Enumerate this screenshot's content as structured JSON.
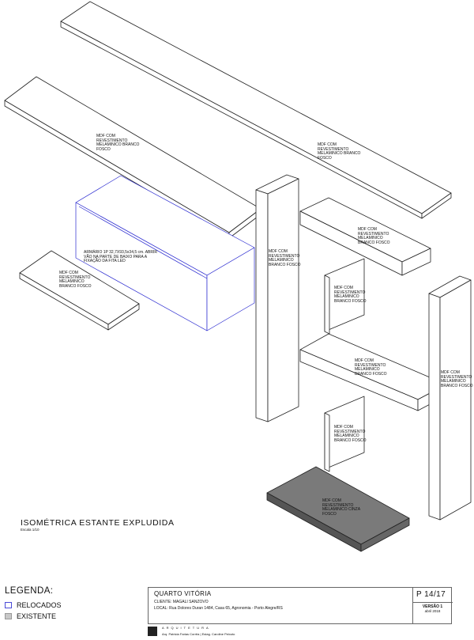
{
  "drawing": {
    "title": "ISOMÉTRICA ESTANTE EXPLUDIDA",
    "scale": "Escala 1/10",
    "labels": {
      "long_top_board": "MDF COM\nREVESTIMENTO\nMELAMINICO BRANCO\nFOSCO",
      "upper_shelf": "MDF COM\nREVESTIMENTO\nMELAMINICO BRANCO\nFOSCO",
      "cabinet": "ARMÁRIO 1P 32,7X93,5x34,5 cm. ABRIR\nVÃO NA PARTE DE BAIXO PARA A\nFIXAÇÃO DA FITA LED",
      "small_shelf": "MDF COM\nREVESTIMENTO\nMELAMINICO\nBRANCO FOSCO",
      "tall_panel_left": "MDF COM\nREVESTIMENTO\nMELAMINICO\nBRANCO FOSCO",
      "right_shelf_upper": "MDF COM\nREVESTIMENTO\nMELAMINICO\nBRANCO FOSCO",
      "small_divider_upper": "MDF COM\nREVESTIMENTO\nMELAMINICO\nBRANCO FOSCO",
      "right_shelf_lower": "MDF COM\nREVESTIMENTO\nMELAMINICO\nBRANCO FOSCO",
      "tall_panel_right": "MDF COM\nREVESTIMENTO\nMELAMINICO\nBRANCO FOSCO",
      "small_divider_lower": "MDF COM\nREVESTIMENTO\nMELAMINICO\nBRANCO FOSCO",
      "base_panel": "MDF COM\nREVESTIMENTO\nMELAMINICO CINZA\nFOSCO"
    }
  },
  "legend": {
    "title": "LEGENDA:",
    "items": [
      {
        "label": "RELOCADOS",
        "color": "#4a4ad8"
      },
      {
        "label": "EXISTENTE",
        "color": "#c8c8c8"
      }
    ]
  },
  "title_block": {
    "project": "QUARTO VITÓRIA",
    "client": "CLIENTE: MAGALI SANZOVO",
    "local": "LOCAL: Rua Dolores Duran 1484, Casa 65, Agronomia - Porto Alegre/RS",
    "page": "P 14/17",
    "version": "VERSÃO 1",
    "date": "abril 2018",
    "brand": "ARQUITETURA",
    "authors": "Arq. Patricia Farias Corrêa  |  Estag. Caroline Peixoto"
  },
  "colors": {
    "line": "#222222",
    "cabinet_line": "#2a2ad0",
    "base_fill": "#7a7a7a"
  }
}
